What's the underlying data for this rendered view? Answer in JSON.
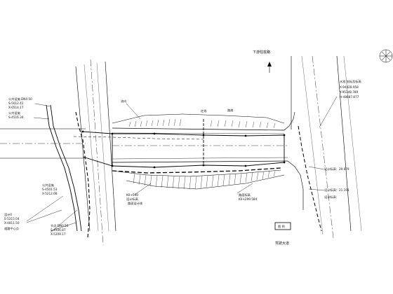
{
  "labels": {
    "north_top": "下游柱桩路",
    "south_bottom": "驾驶大道",
    "legend_box": "图 例",
    "red_line": "红线",
    "shoulder": "路肩",
    "flow": "流向",
    "left_a1": "公共设施 DN0.50",
    "left_a2": "S-5012.42",
    "left_a3": "X-0514.17",
    "left_b1": "公共设施",
    "left_b2": "S-4516.34",
    "left_c1": "公共设施",
    "left_c2": "S-4501.53",
    "left_c3": "X-5212.08",
    "left_d1": "节点 DN0.50",
    "left_d2": "S-4506.87",
    "left_d3": "X-5209.17",
    "left_e1": "设计0",
    "left_e2": "S-5215.04",
    "left_e3": "X-4811.50",
    "left_f1": "道路中心点",
    "mid_a": "K0+000",
    "mid_b": "设计标高",
    "mid_c": "路面设计线",
    "right_a1": "水准 坐标及标高",
    "right_a2": "X-94428.958",
    "right_a3": "Y-95348.789",
    "right_a4": "H-48887.877",
    "right_b1": "设计标高：29.679",
    "right_b2": "设计标高：21.191",
    "right_b3": "设计标高：",
    "right_c1": "路面标高",
    "right_c2": "K0+299.584"
  },
  "icons": {
    "north": "north-arrow-icon",
    "compass": "compass-rose-icon",
    "legend": "legend-box-icon"
  },
  "colors": {
    "line": "#000000",
    "background": "#ffffff"
  }
}
